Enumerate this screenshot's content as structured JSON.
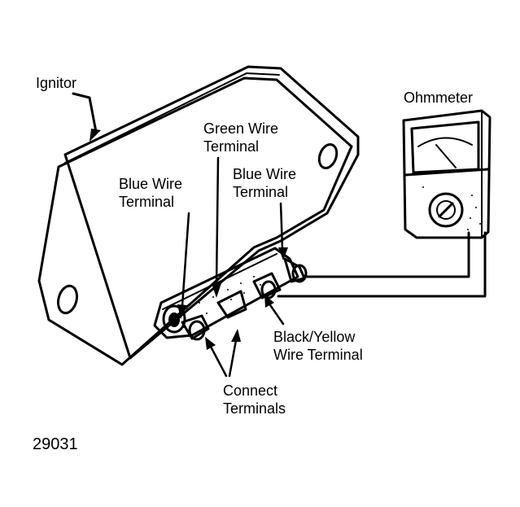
{
  "labels": {
    "ignitor": "Ignitor",
    "green_wire_line1": "Green Wire",
    "green_wire_line2": "Terminal",
    "blue_wire_left_line1": "Blue Wire",
    "blue_wire_left_line2": "Terminal",
    "blue_wire_right_line1": "Blue Wire",
    "blue_wire_right_line2": "Terminal",
    "ohmmeter": "Ohmmeter",
    "black_yellow_line1": "Black/Yellow",
    "black_yellow_line2": "Wire Terminal",
    "connect_line1": "Connect",
    "connect_line2": "Terminals",
    "figure_number": "29031"
  },
  "colors": {
    "ink": "#000000",
    "paper": "#ffffff"
  }
}
